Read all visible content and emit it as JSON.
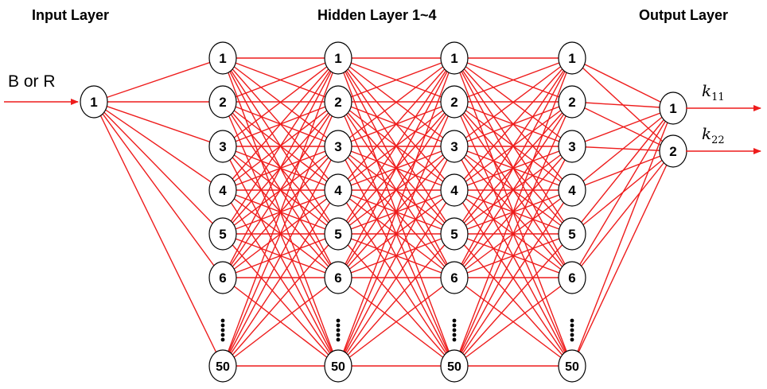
{
  "titles": {
    "input": "Input Layer",
    "hidden": "Hidden Layer 1~4",
    "output": "Output Layer"
  },
  "input_text": "B or R",
  "input_node": "1",
  "hidden_node_labels": [
    "1",
    "2",
    "3",
    "4",
    "5",
    "6",
    "50"
  ],
  "output_nodes": [
    "1",
    "2"
  ],
  "output_labels": [
    {
      "base": "k",
      "sub": "11"
    },
    {
      "base": "k",
      "sub": "22"
    }
  ],
  "colors": {
    "edge": "#ee1c1c",
    "node_stroke": "#000000",
    "node_fill": "#ffffff"
  }
}
